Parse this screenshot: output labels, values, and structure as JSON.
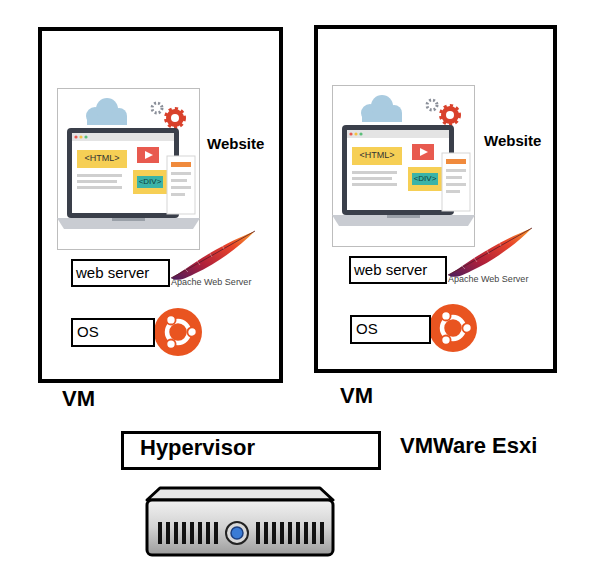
{
  "diagram": {
    "nodes": [
      {
        "text": [
          "Website",
          "VM"
        ]
      },
      {
        "text": [
          "web server"
        ],
        "in": 0
      },
      {
        "text": [
          "OS"
        ],
        "in": 0
      },
      {
        "text": [
          "Website",
          "VM"
        ]
      },
      {
        "text": [
          "web server"
        ],
        "in": 3
      },
      {
        "text": [
          "OS"
        ],
        "in": 3
      },
      {
        "text": [
          "Hypervisor"
        ]
      }
    ],
    "labels": [
      "<HTML>",
      "<DIV>",
      "Apache Web Server",
      "<HTML>",
      "<DIV>",
      "Apache Web Server",
      "VMWare Esxi"
    ]
  }
}
